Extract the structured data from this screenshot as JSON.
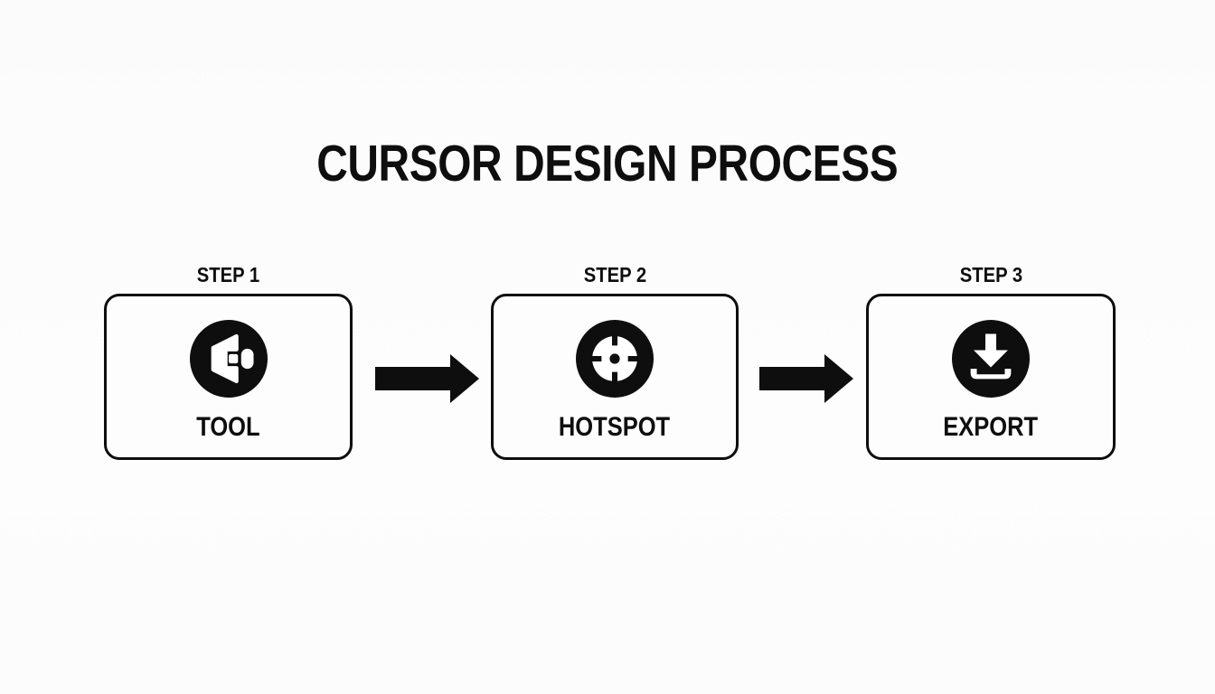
{
  "page": {
    "title": "CURSOR DESIGN PROCESS"
  },
  "colors": {
    "ink": "#0e0e0e",
    "background": "#fcfcfc"
  },
  "steps": [
    {
      "step_label": "STEP 1",
      "name": "TOOL",
      "icon": "cursor-tool-icon"
    },
    {
      "step_label": "STEP 2",
      "name": "HOTSPOT",
      "icon": "hotspot-crosshair-icon"
    },
    {
      "step_label": "STEP 3",
      "name": "EXPORT",
      "icon": "export-download-icon"
    }
  ],
  "connectors": [
    {
      "icon": "flow-arrow-icon",
      "direction": "right"
    },
    {
      "icon": "flow-arrow-icon",
      "direction": "right"
    }
  ]
}
